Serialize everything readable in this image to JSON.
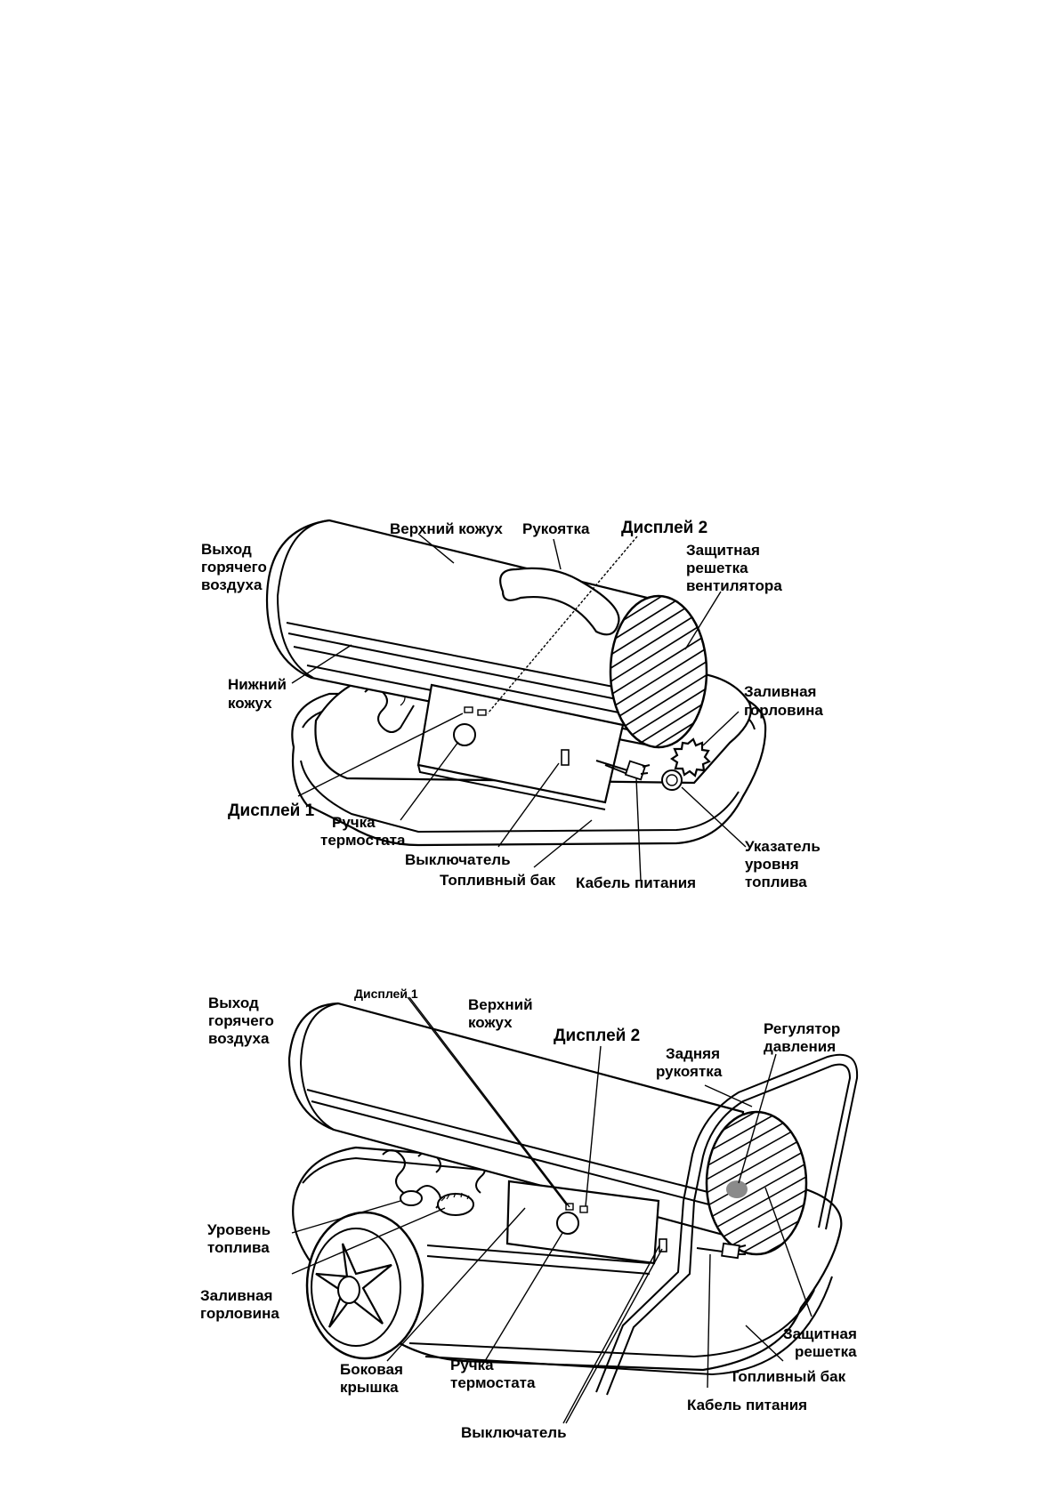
{
  "diagram1": {
    "hot_air_outlet": [
      "Выход",
      "горячего",
      "воздуха"
    ],
    "upper_casing": "Верхний кожух",
    "handle": "Рукоятка",
    "display2": "Дисплей 2",
    "fan_guard": [
      "Защитная",
      "решетка",
      "вентилятора"
    ],
    "lower_casing": [
      "Нижний",
      "кожух"
    ],
    "filler_neck": [
      "Заливная",
      "горловина"
    ],
    "display1": "Дисплей 1",
    "thermostat_knob": [
      "Ручка",
      "термостата"
    ],
    "switch": "Выключатель",
    "fuel_tank": "Топливный бак",
    "power_cable": "Кабель питания",
    "fuel_gauge": [
      "Указатель",
      "уровня",
      "топлива"
    ]
  },
  "diagram2": {
    "hot_air_outlet": [
      "Выход",
      "горячего",
      "воздуха"
    ],
    "display1": "Дисплей 1",
    "upper_casing": [
      "Верхний",
      "кожух"
    ],
    "display2": "Дисплей 2",
    "pressure_regulator": [
      "Регулятор",
      "давления"
    ],
    "rear_handle": [
      "Задняя",
      "рукоятка"
    ],
    "fuel_level": [
      "Уровень",
      "топлива"
    ],
    "filler_neck": [
      "Заливная",
      "горловина"
    ],
    "side_cover": [
      "Боковая",
      "крышка"
    ],
    "thermostat_knob": [
      "Ручка",
      "термостата"
    ],
    "switch": "Выключатель",
    "guard": [
      "Защитная",
      "решетка"
    ],
    "fuel_tank": "Топливный бак",
    "power_cable": "Кабель питания"
  }
}
